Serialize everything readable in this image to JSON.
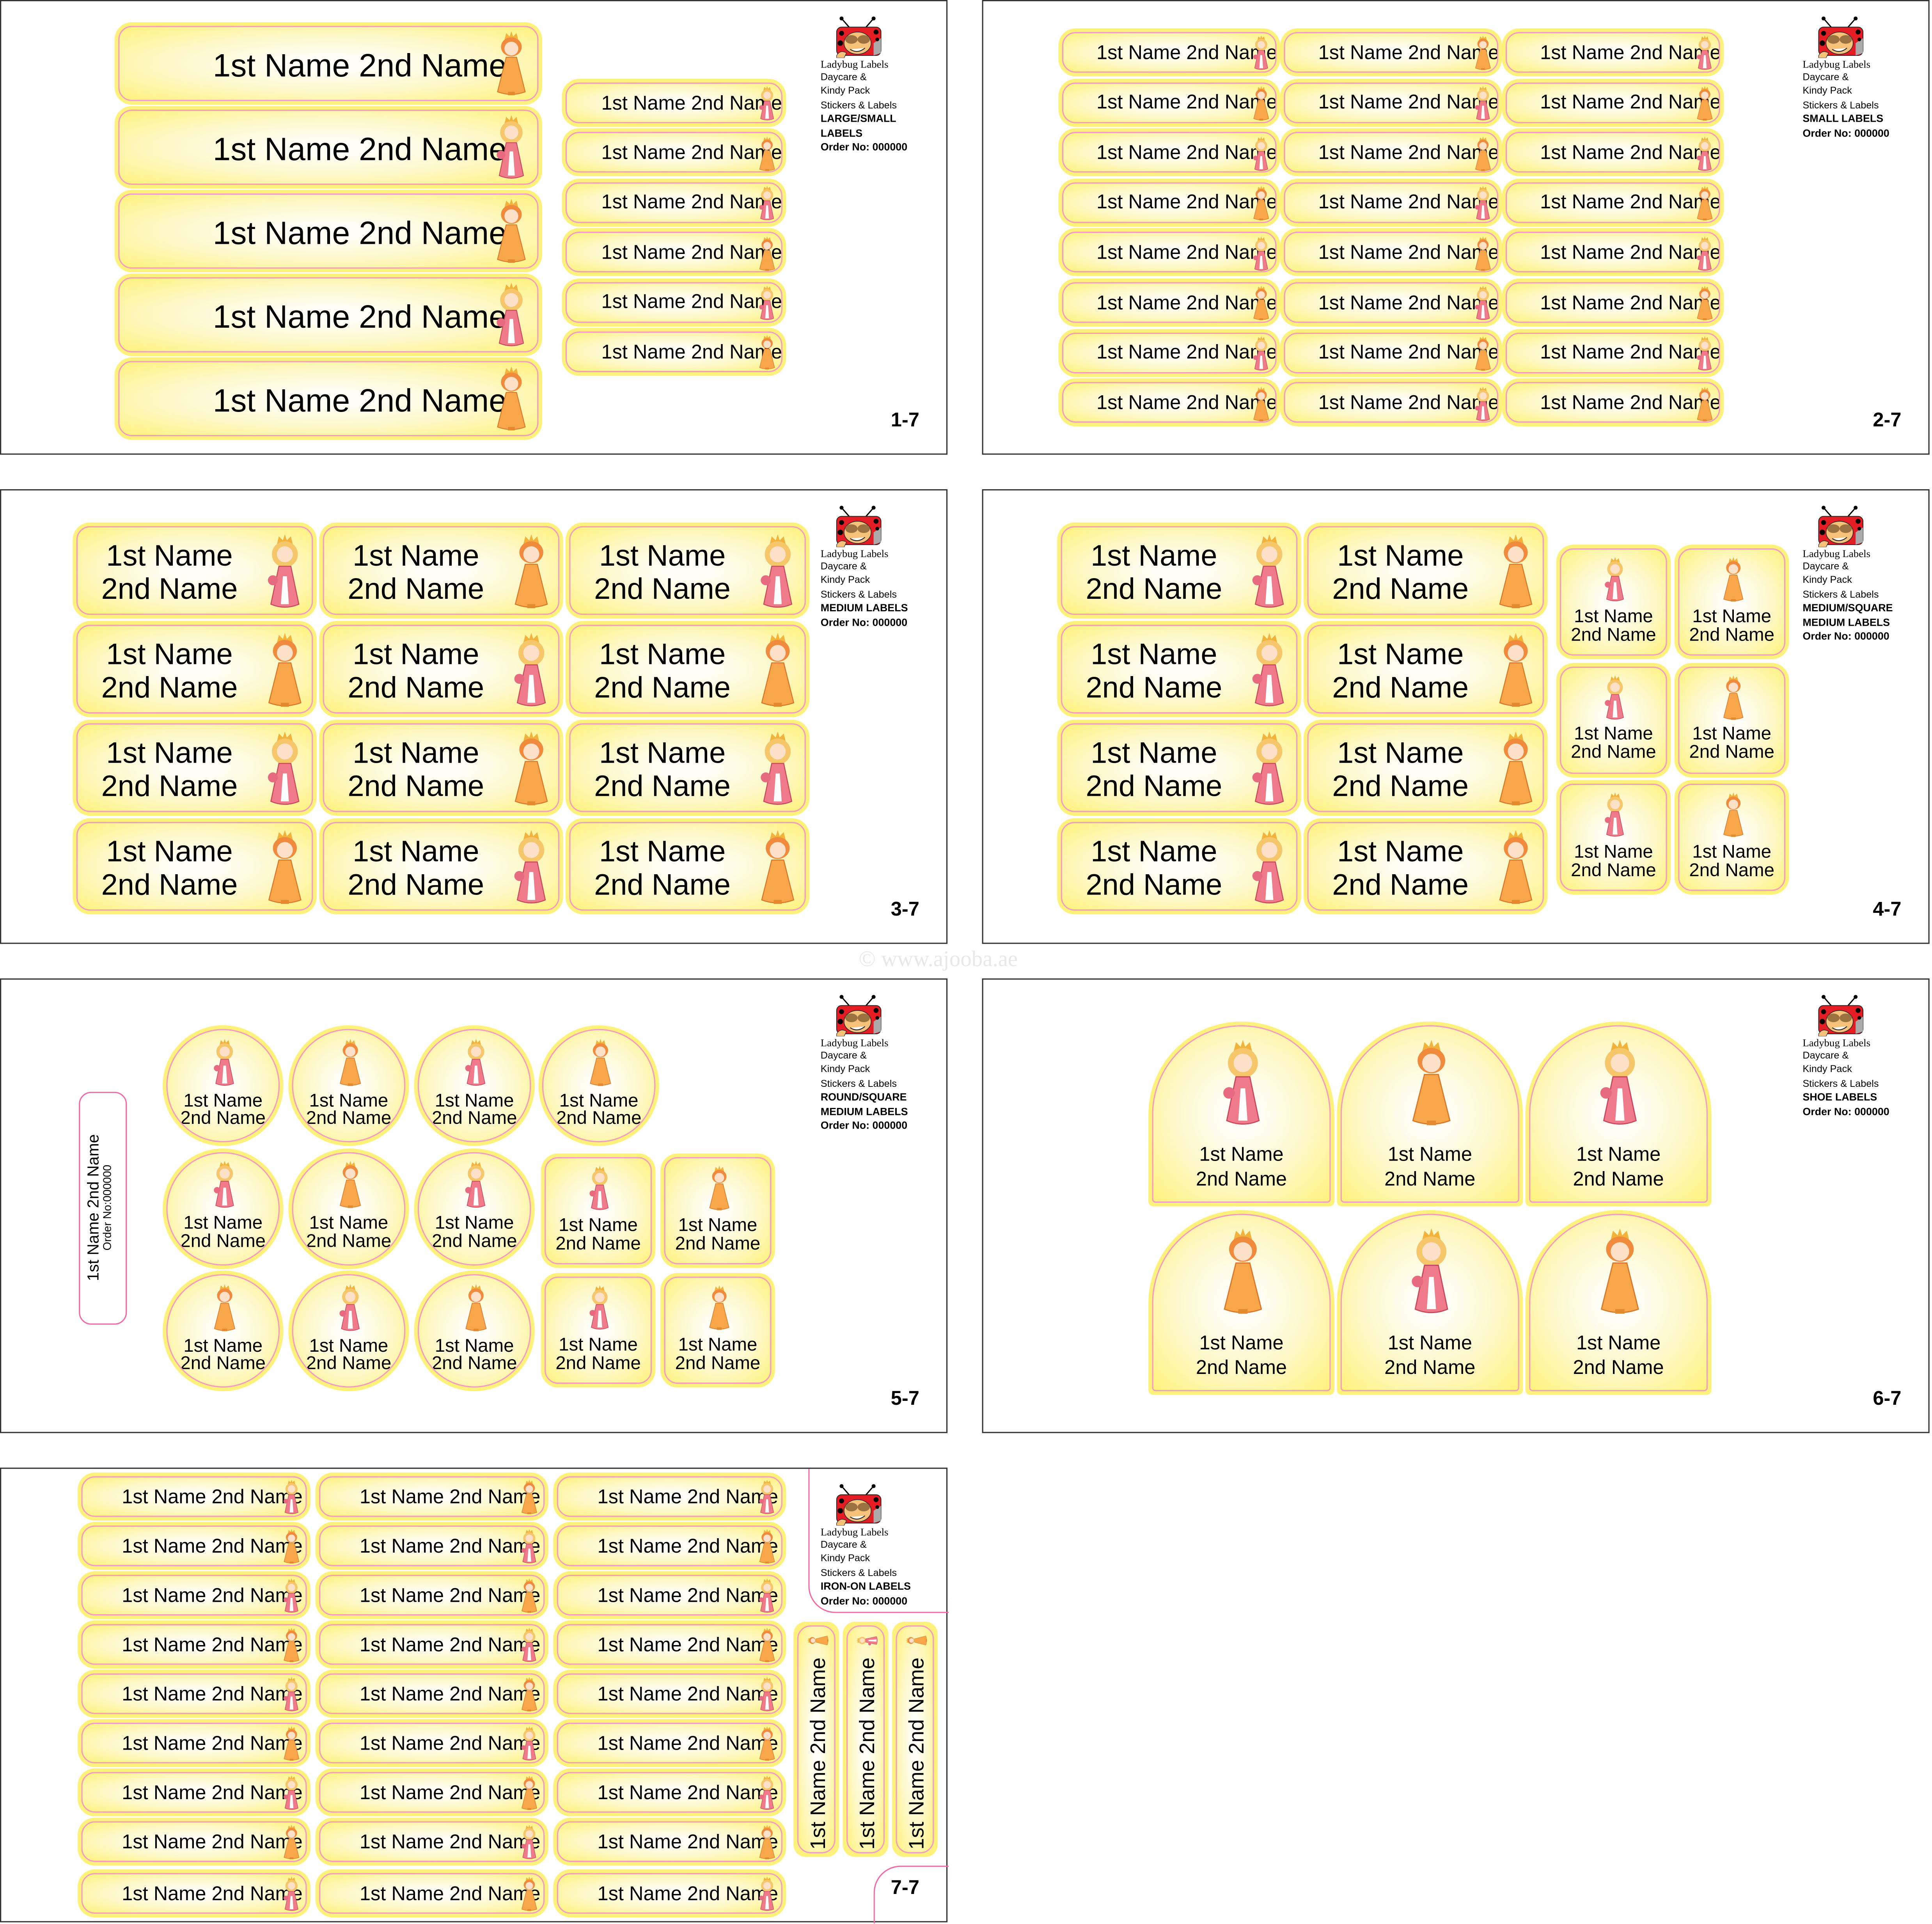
{
  "brand": {
    "logo_name": "Ladybug Labels",
    "line1": "Daycare &",
    "line2": "Kindy Pack",
    "line3": "Stickers & Labels",
    "order": "Order No: 000000"
  },
  "label": {
    "full": "1st Name 2nd Name",
    "first": "1st Name",
    "second": "2nd Name"
  },
  "vertical_tag": {
    "name": "1st Name 2nd Name",
    "order": "Order No:000000"
  },
  "watermark": "© www.ajooba.ae",
  "pages": [
    {
      "number": "1-7",
      "type_lines": [
        "LARGE/SMALL",
        "LABELS"
      ]
    },
    {
      "number": "2-7",
      "type_lines": [
        "SMALL LABELS"
      ]
    },
    {
      "number": "3-7",
      "type_lines": [
        "MEDIUM LABELS"
      ]
    },
    {
      "number": "4-7",
      "type_lines": [
        "MEDIUM/SQUARE",
        "MEDIUM LABELS"
      ]
    },
    {
      "number": "5-7",
      "type_lines": [
        "ROUND/SQUARE",
        "MEDIUM LABELS"
      ]
    },
    {
      "number": "6-7",
      "type_lines": [
        "SHOE LABELS"
      ]
    },
    {
      "number": "7-7",
      "type_lines": [
        "IRON-ON LABELS"
      ]
    }
  ],
  "colors": {
    "label_yellow": "#fff27c",
    "label_border_pink": "#f59ac0",
    "princess_orange": "#f7a64a",
    "princess_pink": "#ef7a8a"
  }
}
